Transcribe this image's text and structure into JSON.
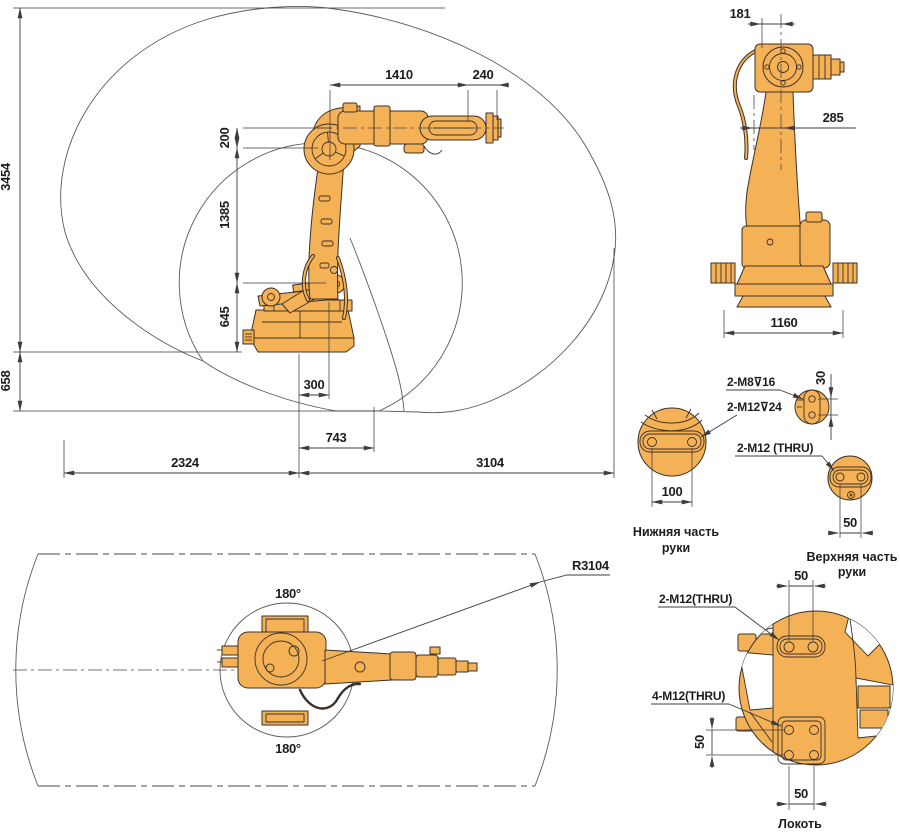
{
  "title": "robot-dimension-drawing",
  "colors": {
    "robot_fill": "#F5B155",
    "robot_outline": "#3A3129",
    "line": "#3d3d3d",
    "envelope": "#5a5a5a"
  },
  "side_view": {
    "dim_total_height": "3454",
    "dim_below_base": "658",
    "dim_forearm_length": "1410",
    "dim_wrist_extension": "240",
    "dim_elbow_offset": "200",
    "dim_lower_arm": "1385",
    "dim_shoulder_height": "645",
    "dim_base_offset": "300",
    "dim_rear_offset": "743",
    "dim_left_reach": "2324",
    "dim_right_reach": "3104"
  },
  "front_view": {
    "dim_wrist_width": "181",
    "dim_column_offset": "285",
    "dim_base_width": "1160"
  },
  "top_view": {
    "dim_rotation_top": "180°",
    "dim_rotation_bottom": "180°",
    "dim_radius": "R3104"
  },
  "detail_lower_arm": {
    "callout_m8": "2-M8⊽16",
    "callout_m12": "2-M12⊽24",
    "dim_hole_pitch_side": "30",
    "dim_hole_pitch": "100",
    "label_line1": "Нижняя часть",
    "label_line2": "руки"
  },
  "detail_upper_arm": {
    "callout_m12": "2-M12 (THRU)",
    "dim_hole_pitch": "50",
    "label_line1": "Верхняя часть",
    "label_line2": "руки"
  },
  "detail_elbow": {
    "callout_2m12": "2-M12(THRU)",
    "callout_4m12": "4-M12(THRU)",
    "dim_top": "50",
    "dim_left": "50",
    "dim_bottom": "50",
    "label": "Локоть"
  }
}
